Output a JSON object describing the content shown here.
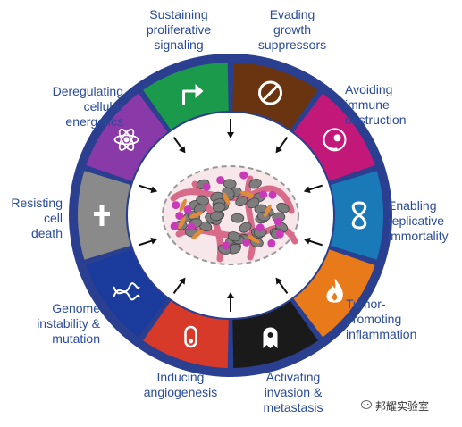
{
  "hallmarks": [
    {
      "id": "sustaining",
      "lines": [
        "Sustaining",
        "proliferative",
        "signaling"
      ],
      "color": "#1a9a4a",
      "icon": "arrow-icon"
    },
    {
      "id": "evading",
      "lines": [
        "Evading",
        "growth",
        "suppressors"
      ],
      "color": "#6b3410",
      "icon": "prohibition-icon"
    },
    {
      "id": "avoiding",
      "lines": [
        "Avoiding",
        "immune",
        "destruction"
      ],
      "color": "#c2187a",
      "icon": "immune-cell-icon"
    },
    {
      "id": "enabling",
      "lines": [
        "Enabling",
        "replicative",
        "immortality"
      ],
      "color": "#1a7ab8",
      "icon": "infinity-icon"
    },
    {
      "id": "tumor",
      "lines": [
        "Tumor-",
        "promoting",
        "inflammation"
      ],
      "color": "#e87a1a",
      "icon": "flame-icon"
    },
    {
      "id": "activating",
      "lines": [
        "Activating",
        "invasion &",
        "metastasis"
      ],
      "color": "#1a1a1a",
      "icon": "ghost-cell-icon"
    },
    {
      "id": "inducing",
      "lines": [
        "Inducing",
        "angiogenesis"
      ],
      "color": "#d83a2a",
      "icon": "vessel-icon"
    },
    {
      "id": "genome",
      "lines": [
        "Genome",
        "instability &",
        "mutation"
      ],
      "color": "#1a3a9c",
      "icon": "dna-icon"
    },
    {
      "id": "resisting",
      "lines": [
        "Resisting",
        "cell",
        "death"
      ],
      "color": "#8a8a8a",
      "icon": "cross-icon"
    },
    {
      "id": "deregulating",
      "lines": [
        "Deregulating",
        "cellular",
        "energetics"
      ],
      "color": "#8a3aa8",
      "icon": "atom-icon"
    }
  ],
  "colors": {
    "outer_ring": "#2a3f8f",
    "label": "#2a4a9c",
    "tumor_cell": "#8a8a8a",
    "stroma": "#d86a8a",
    "immune": "#c83ab8"
  },
  "watermark": "邦耀实验室"
}
